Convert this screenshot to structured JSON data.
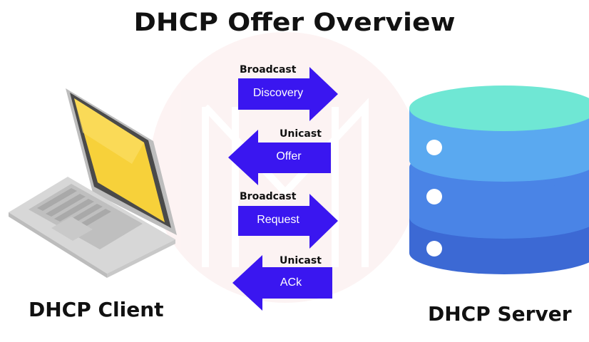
{
  "title": "DHCP Offer Overview",
  "client": {
    "label": "DHCP Client",
    "icon": "laptop-icon"
  },
  "server": {
    "label": "DHCP Server",
    "icon": "database-server-icon"
  },
  "messages": [
    {
      "transmission": "Broadcast",
      "name": "Discovery",
      "direction": "to-server"
    },
    {
      "transmission": "Unicast",
      "name": "Offer",
      "direction": "to-client"
    },
    {
      "transmission": "Broadcast",
      "name": "Request",
      "direction": "to-server"
    },
    {
      "transmission": "Unicast",
      "name": "ACk",
      "direction": "to-client"
    }
  ],
  "colors": {
    "arrow": "#3a16f0",
    "laptop_screen": "#f7d13a",
    "laptop_body": "#e4e4e4",
    "server_top": "#6fe7d4",
    "server_mid": "#5aa9f0",
    "server_low": "#4a84e6",
    "server_bottom": "#3c69d4",
    "watermark": "#fbeaea"
  }
}
